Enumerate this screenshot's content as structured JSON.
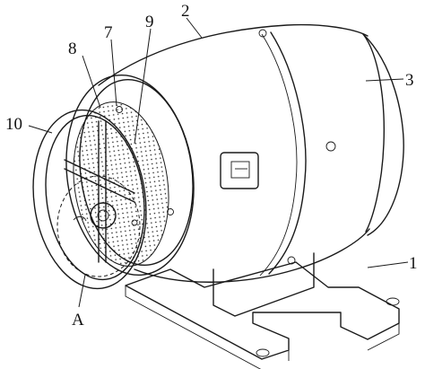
{
  "figure": {
    "labels": {
      "base": "1",
      "housing": "2",
      "rear_cap": "3",
      "inlet_flange": "7",
      "ring": "8",
      "mesh_screen": "9",
      "front_guard_ring": "10",
      "detail_ref": "A"
    }
  }
}
